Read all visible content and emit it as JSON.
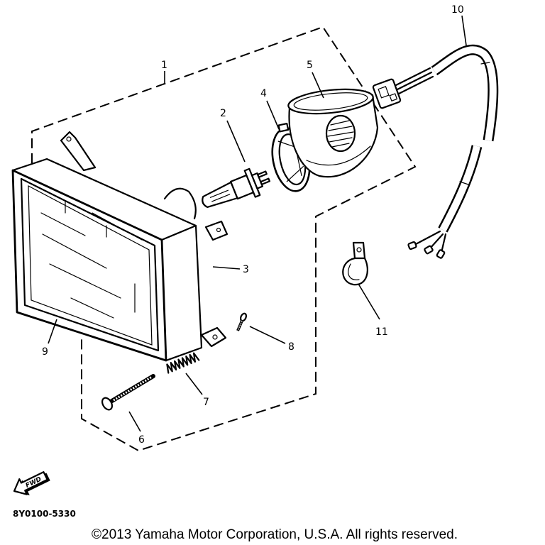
{
  "callouts": {
    "part_1": "1",
    "part_2": "2",
    "part_3": "3",
    "part_4": "4",
    "part_5": "5",
    "part_6": "6",
    "part_7": "7",
    "part_8": "8",
    "part_9": "9",
    "part_10": "10",
    "part_11": "11"
  },
  "fwd_label": "FWD",
  "figure_code": "8Y0100-5330",
  "copyright": "©2013 Yamaha Motor Corporation, U.S.A. All rights reserved."
}
